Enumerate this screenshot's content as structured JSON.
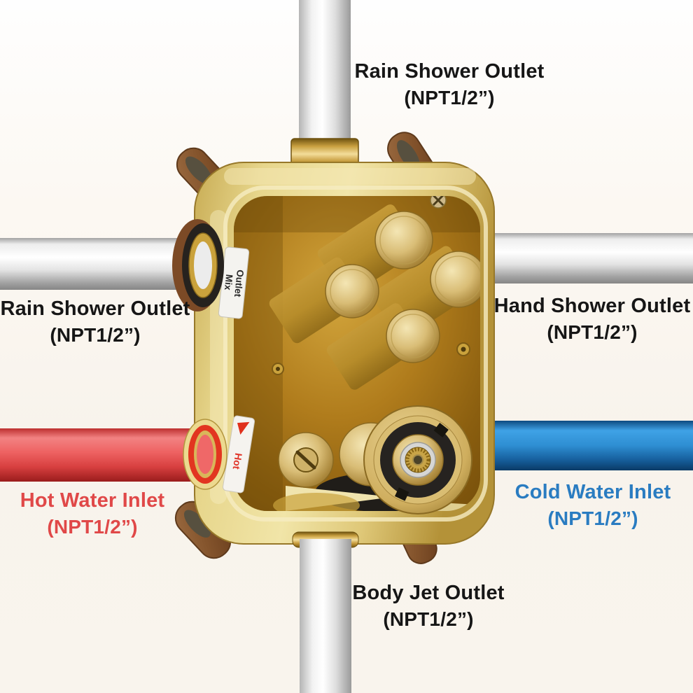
{
  "labels": {
    "rain_shower_top": {
      "name": "Rain Shower Outlet",
      "spec": "(NPT1/2”)"
    },
    "rain_shower_left": {
      "name": "Rain Shower Outlet",
      "spec": "(NPT1/2”)"
    },
    "hand_shower_right": {
      "name": "Hand Shower Outlet",
      "spec": "(NPT1/2”)"
    },
    "hot_water_inlet": {
      "name": "Hot Water Inlet",
      "spec": "(NPT1/2”)"
    },
    "cold_water_inlet": {
      "name": "Cold Water Inlet",
      "spec": "(NPT1/2”)"
    },
    "body_jet_bottom": {
      "name": "Body Jet Outlet",
      "spec": "(NPT1/2”)"
    }
  },
  "valve": {
    "stickers": {
      "outlet_mix": {
        "line1": "Outlet",
        "line2": "Mix"
      },
      "hot": {
        "text": "Hot"
      }
    }
  },
  "colors": {
    "background": "#f8f3ec",
    "label_black": "#161616",
    "hot_label_red": "#e04848",
    "cold_label_blue": "#2a7cc1",
    "hot_pipe_red": "#ee6262",
    "cold_pipe_blue": "#2e8ed2",
    "chrome_pipe": "#e6e6e6",
    "valve_box_gold": "#e7d68c",
    "valve_interior_amber": "#b07c1c",
    "brass": "#d9bd76",
    "bracket_brown": "#84542c"
  }
}
